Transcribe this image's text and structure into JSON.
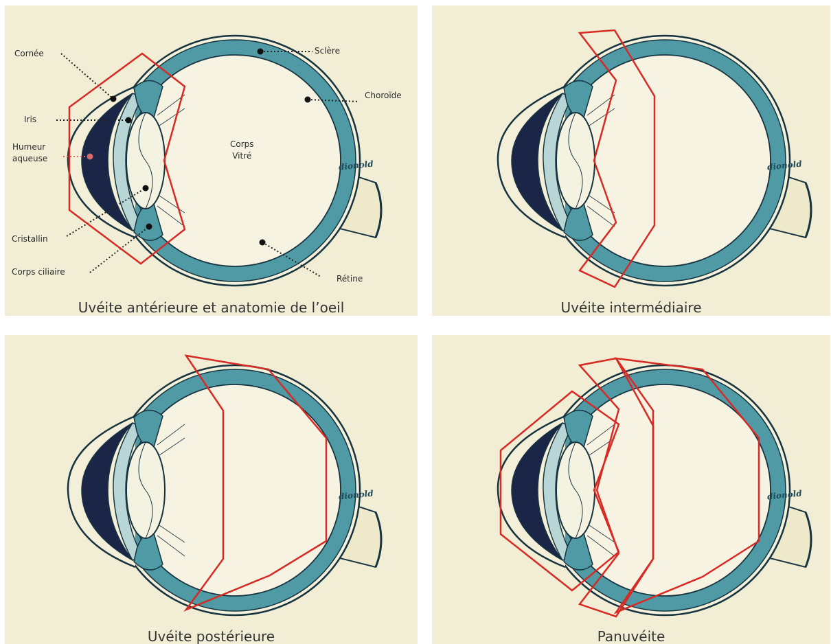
{
  "colors": {
    "background": "#f1eed5",
    "outline": "#17333f",
    "teal": "#4f9aa4",
    "lens_fill": "#f4f2e0",
    "aqueous": "#1a2548",
    "highlight": "#d82a24"
  },
  "signature": "dionold",
  "panels": [
    {
      "caption": "Uvéite antérieure et anatomie de l’oeil",
      "highlight": "anterior",
      "labels": {
        "cornee": "Cornée",
        "iris": "Iris",
        "humeur_1": "Humeur",
        "humeur_2": "aqueuse",
        "cristallin": "Cristallin",
        "corps_ciliaire": "Corps ciliaire",
        "sclere": "Sclère",
        "choroide": "Choroïde",
        "corps_1": "Corps",
        "corps_2": "Vitré",
        "retine": "Rétine"
      }
    },
    {
      "caption": "Uvéite intermédiaire",
      "highlight": "intermediate"
    },
    {
      "caption": "Uvéite postérieure",
      "highlight": "posterior"
    },
    {
      "caption": "Panuvéite",
      "highlight": "pan"
    }
  ]
}
